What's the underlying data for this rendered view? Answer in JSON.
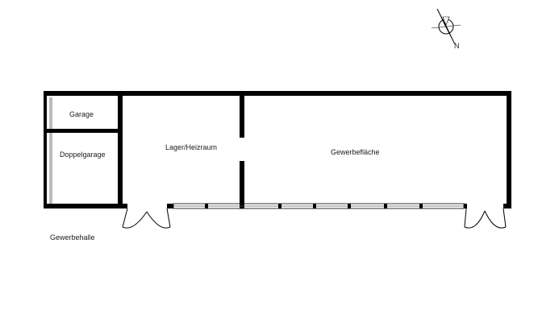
{
  "rooms": {
    "garage": "Garage",
    "doppelgarage": "Doppelgarage",
    "lager": "Lager/Heizraum",
    "gewerbeflaeche": "Gewerbefläche"
  },
  "building_label": "Gewerbehalle",
  "compass": {
    "label": "N",
    "icon": "compass-rose-icon"
  },
  "colors": {
    "wall": "#000000",
    "background": "#ffffff"
  }
}
